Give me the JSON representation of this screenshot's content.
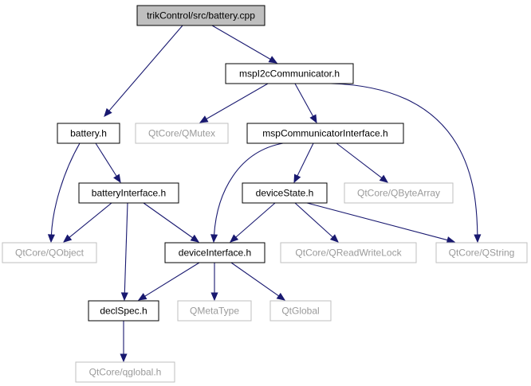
{
  "diagram": {
    "colors": {
      "edge": "#191970",
      "root_fill": "#bfbfbf",
      "local_border": "#000000",
      "external_border": "#bfbfbf",
      "external_text": "#9a9a9a"
    },
    "nodes": [
      {
        "id": "battery_cpp",
        "label": "trikControl/src/battery.cpp",
        "kind": "root"
      },
      {
        "id": "mspi2c",
        "label": "mspI2cCommunicator.h",
        "kind": "local"
      },
      {
        "id": "battery_h",
        "label": "battery.h",
        "kind": "local"
      },
      {
        "id": "qmutex",
        "label": "QtCore/QMutex",
        "kind": "external"
      },
      {
        "id": "mspcomm",
        "label": "mspCommunicatorInterface.h",
        "kind": "local"
      },
      {
        "id": "battiface",
        "label": "batteryInterface.h",
        "kind": "local"
      },
      {
        "id": "devstate",
        "label": "deviceState.h",
        "kind": "local"
      },
      {
        "id": "qbytearray",
        "label": "QtCore/QByteArray",
        "kind": "external"
      },
      {
        "id": "qobject",
        "label": "QtCore/QObject",
        "kind": "external"
      },
      {
        "id": "deviface",
        "label": "deviceInterface.h",
        "kind": "local"
      },
      {
        "id": "qrwlock",
        "label": "QtCore/QReadWriteLock",
        "kind": "external"
      },
      {
        "id": "qstring",
        "label": "QtCore/QString",
        "kind": "external"
      },
      {
        "id": "declspec",
        "label": "declSpec.h",
        "kind": "local"
      },
      {
        "id": "qmetatype",
        "label": "QMetaType",
        "kind": "external"
      },
      {
        "id": "qglobal",
        "label": "QtGlobal",
        "kind": "external"
      },
      {
        "id": "qglobal_h",
        "label": "QtCore/qglobal.h",
        "kind": "external"
      }
    ],
    "edges": [
      {
        "from": "battery_cpp",
        "to": "battery_h"
      },
      {
        "from": "battery_cpp",
        "to": "mspi2c"
      },
      {
        "from": "mspi2c",
        "to": "qmutex"
      },
      {
        "from": "mspi2c",
        "to": "mspcomm"
      },
      {
        "from": "mspi2c",
        "to": "qstring"
      },
      {
        "from": "battery_h",
        "to": "battiface"
      },
      {
        "from": "battery_h",
        "to": "qobject"
      },
      {
        "from": "mspcomm",
        "to": "devstate"
      },
      {
        "from": "mspcomm",
        "to": "qbytearray"
      },
      {
        "from": "mspcomm",
        "to": "deviface"
      },
      {
        "from": "battiface",
        "to": "qobject"
      },
      {
        "from": "battiface",
        "to": "deviface"
      },
      {
        "from": "battiface",
        "to": "declspec"
      },
      {
        "from": "devstate",
        "to": "deviface"
      },
      {
        "from": "devstate",
        "to": "qrwlock"
      },
      {
        "from": "devstate",
        "to": "qstring"
      },
      {
        "from": "deviface",
        "to": "declspec"
      },
      {
        "from": "deviface",
        "to": "qmetatype"
      },
      {
        "from": "deviface",
        "to": "qglobal"
      },
      {
        "from": "declspec",
        "to": "qglobal_h"
      }
    ]
  }
}
